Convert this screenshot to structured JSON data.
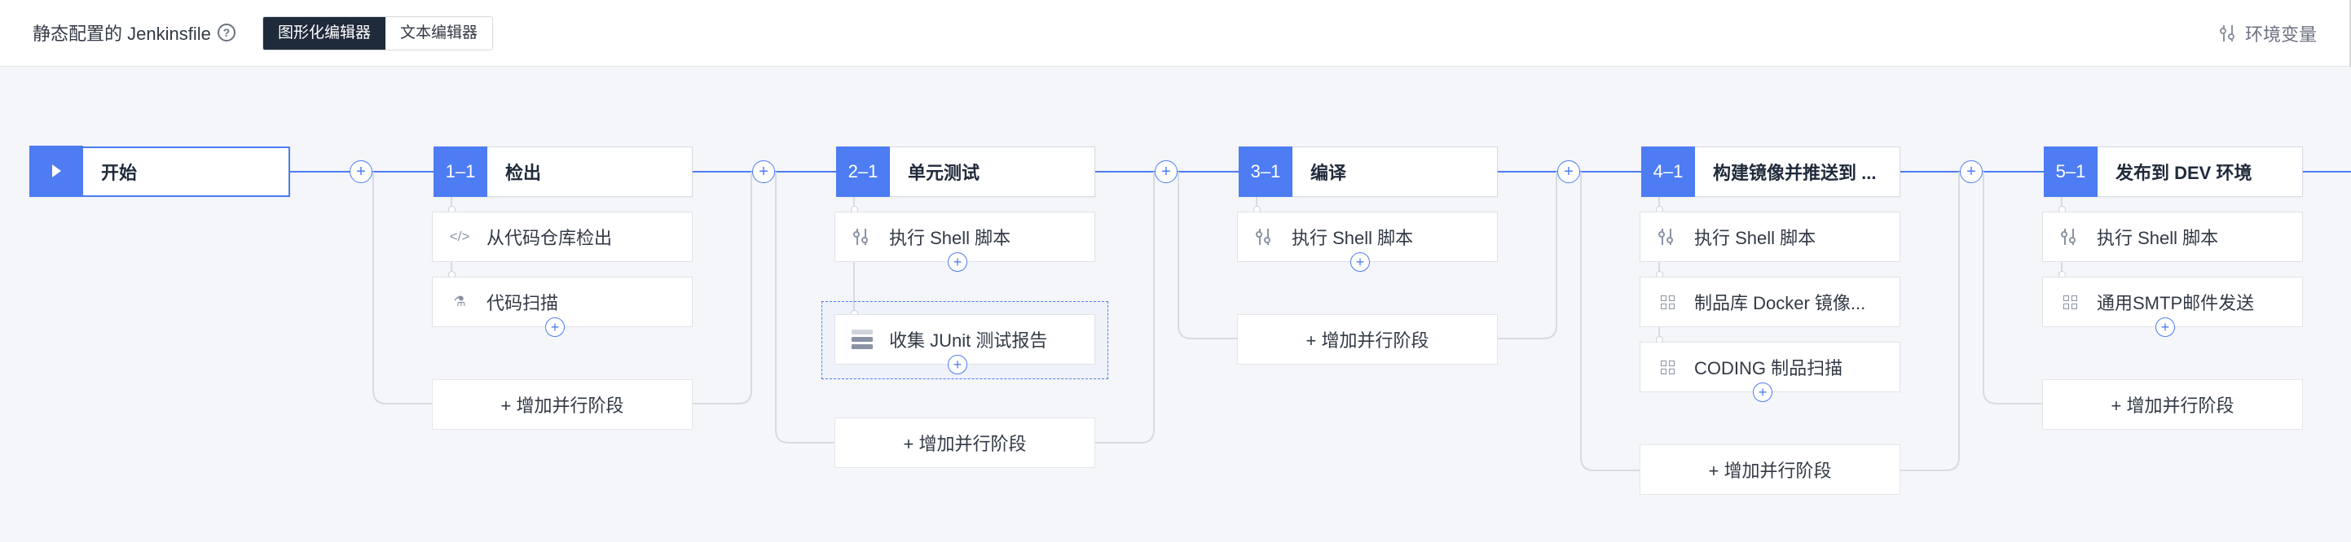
{
  "header": {
    "title": "静态配置的 Jenkinsfile",
    "help_icon": "?",
    "modes": [
      {
        "label": "图形化编辑器",
        "active": true
      },
      {
        "label": "文本编辑器",
        "active": false
      }
    ],
    "env_label": "环境变量"
  },
  "pipeline": {
    "start_label": "开始",
    "add_parallel_label": "+ 增加并行阶段",
    "stages": [
      {
        "num": "1–1",
        "name": "检出",
        "steps": [
          {
            "label": "从代码仓库检出",
            "icon": "code-icon"
          },
          {
            "label": "代码扫描",
            "icon": "flask-icon"
          }
        ]
      },
      {
        "num": "2–1",
        "name": "单元测试",
        "steps": [
          {
            "label": "执行 Shell 脚本",
            "icon": "sliders-icon"
          }
        ],
        "parallel_steps": [
          {
            "label": "收集 JUnit 测试报告",
            "icon": "junit-icon"
          }
        ]
      },
      {
        "num": "3–1",
        "name": "编译",
        "steps": [
          {
            "label": "执行 Shell 脚本",
            "icon": "sliders-icon"
          }
        ]
      },
      {
        "num": "4–1",
        "name": "构建镜像并推送到 ...",
        "steps": [
          {
            "label": "执行 Shell 脚本",
            "icon": "sliders-icon"
          },
          {
            "label": "制品库 Docker 镜像...",
            "icon": "grid-icon"
          },
          {
            "label": "CODING 制品扫描",
            "icon": "grid-icon"
          }
        ]
      },
      {
        "num": "5–1",
        "name": "发布到 DEV 环境",
        "steps": [
          {
            "label": "执行 Shell 脚本",
            "icon": "sliders-icon"
          },
          {
            "label": "通用SMTP邮件发送",
            "icon": "grid-icon"
          }
        ]
      }
    ]
  },
  "colors": {
    "accent": "#4d7cf3",
    "header_dark": "#1f2a3a",
    "background": "#f5f6f9"
  }
}
